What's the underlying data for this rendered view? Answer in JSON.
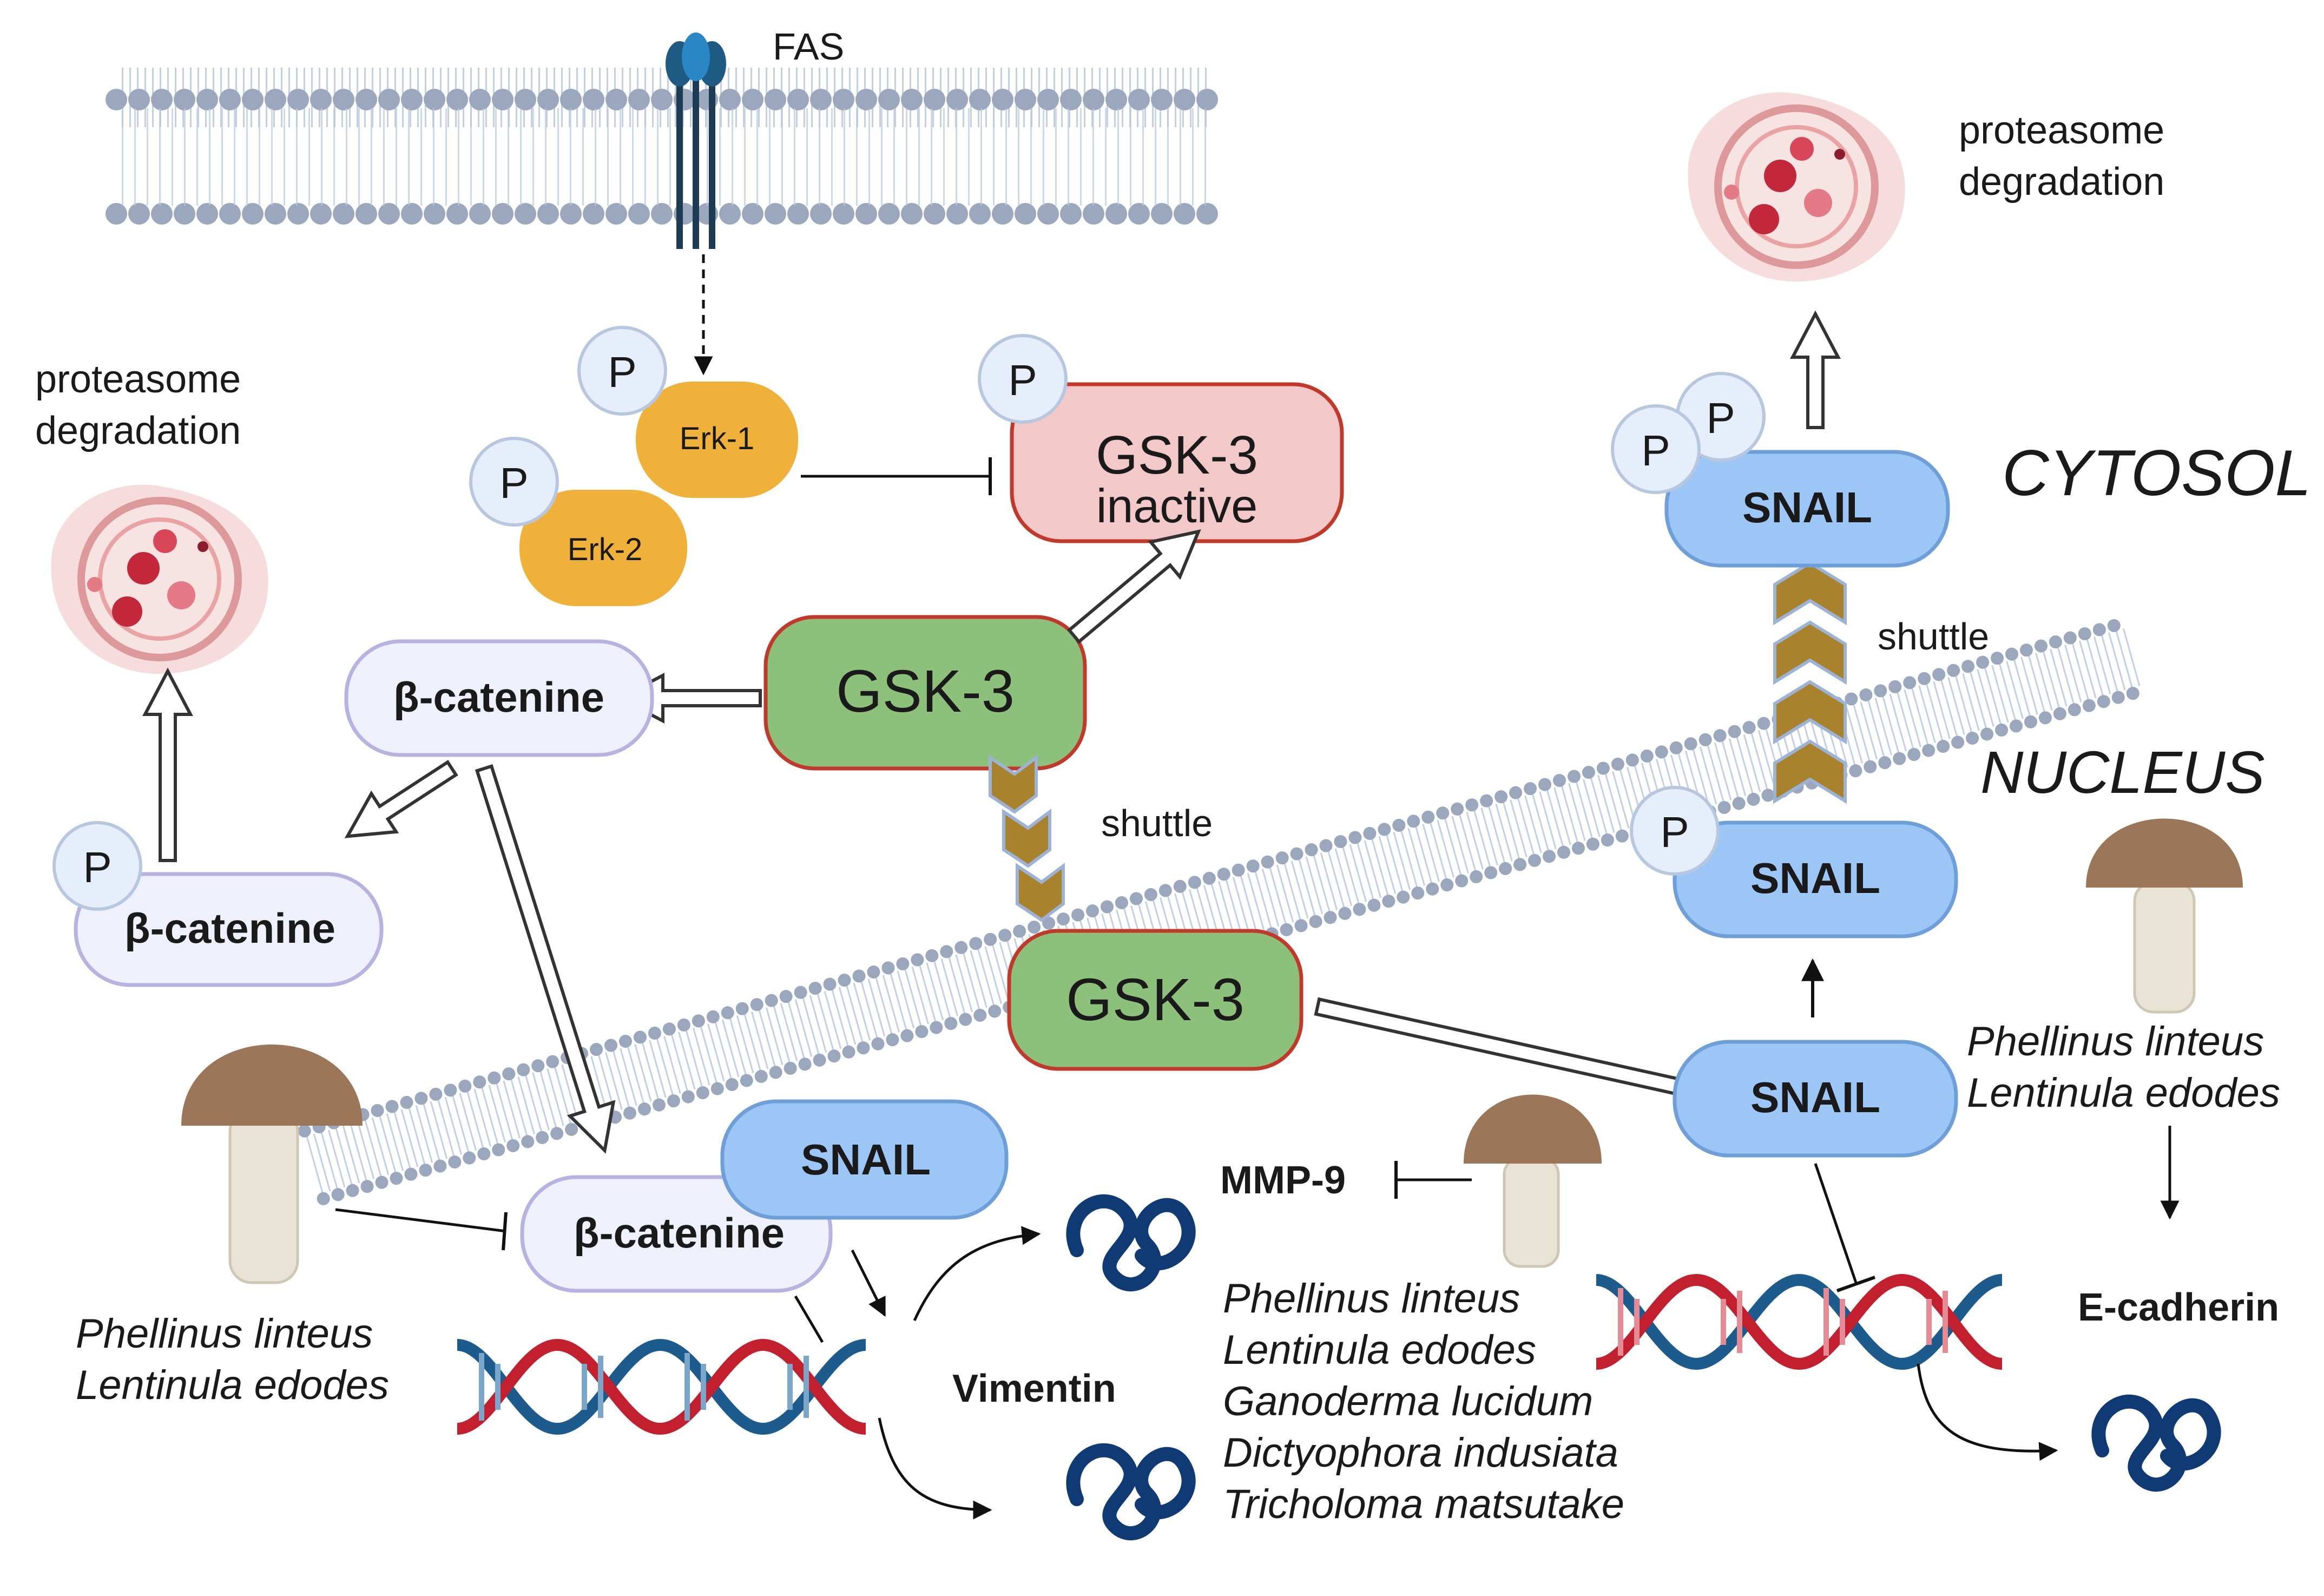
{
  "labels": {
    "fas": "FAS",
    "cytosol": "CYTOSOL",
    "nucleus": "NUCLEUS",
    "proteasome_line1": "proteasome",
    "proteasome_line2": "degradation",
    "shuttle": "shuttle",
    "p": "P",
    "erk1": "Erk-1",
    "erk2": "Erk-2",
    "gsk3": "GSK-3",
    "gsk3_inactive_line1": "GSK-3",
    "gsk3_inactive_line2": "inactive",
    "beta_catenine": "β-catenine",
    "snail": "SNAIL",
    "mmp9": "MMP-9",
    "vimentin": "Vimentin",
    "e_cadherin": "E-cadherin"
  },
  "mushroom_groups": {
    "left": [
      "Phellinus linteus",
      "Lentinula edodes"
    ],
    "center": [
      "Phellinus linteus",
      "Lentinula edodes",
      "Ganoderma lucidum",
      "Dictyophora indusiata",
      "Tricholoma matsutake"
    ],
    "right": [
      "Phellinus linteus",
      "Lentinula edodes"
    ]
  },
  "colors": {
    "membrane": "#9aa7bd",
    "membrane_tail": "#b9c8e0",
    "gsk3_active": "#8dc07a",
    "gsk3_active_border": "#c0392b",
    "gsk3_inactive": "#f3c8c8",
    "gsk3_inactive_border": "#c0392b",
    "erk": "#f0b13a",
    "snail": "#9cc6f6",
    "snail_border": "#6f9fd8",
    "beta_catenine": "#eef0fb",
    "beta_catenine_border": "#b7b3e0",
    "phospho": "#e6eefb",
    "shuttle_arrow": "#a9822e",
    "dna_red": "#c21f2f",
    "dna_blue": "#1d5b8c",
    "protein_coil": "#0f3a73",
    "mushroom_cap": "#9b7658",
    "mushroom_stem": "#e9e3d6"
  }
}
